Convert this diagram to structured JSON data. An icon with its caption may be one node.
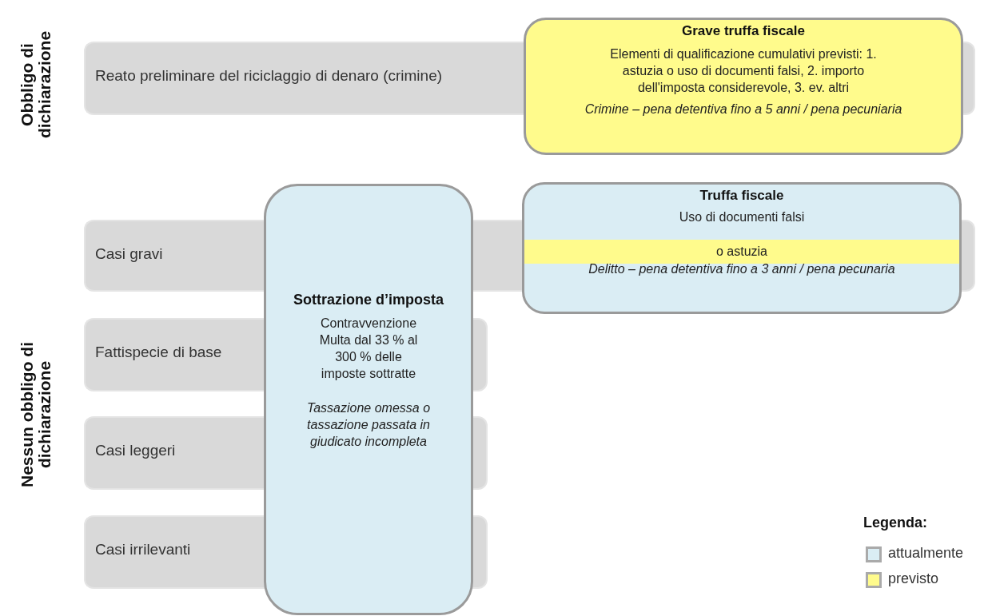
{
  "diagram": {
    "nodes": [
      {
        "text": [
          "Reato preliminare del riciclaggio di denaro (crimine)"
        ]
      },
      {
        "text": [
          "Grave truffa fiscale",
          "Elementi di qualificazione cumulativi previsti: 1. astuzia o uso di documenti falsi, 2. importo dell'imposta considerevole, 3. ev. altri",
          "Crimine – pena detentiva fino a 5 anni / pena pecuniaria"
        ]
      },
      {
        "text": [
          "Casi gravi"
        ]
      },
      {
        "text": [
          "Truffa fiscale",
          "Uso di documenti falsi",
          "Delitto – pena detentiva fino a 3 anni / pena pecunaria"
        ]
      },
      {
        "text": [
          "o astuzia"
        ],
        "in": 3
      },
      {
        "text": [
          "Sottrazione d’imposta",
          "Contravvenzione Multa dal 33 % al 300 % delle imposte sottratte",
          "Tassazione omessa o tassazione passata in giudicato incompleta"
        ]
      },
      {
        "text": [
          "Fattispecie di base"
        ]
      },
      {
        "text": [
          "Casi leggeri"
        ]
      },
      {
        "text": [
          "Casi irrilevanti"
        ]
      },
      {
        "text": [],
        "shape": "bar"
      },
      {
        "text": [],
        "shape": "bar"
      },
      {
        "text": [],
        "shape": "bar"
      },
      {
        "text": [],
        "shape": "bar"
      },
      {
        "text": [],
        "shape": "bar"
      },
      {
        "text": [],
        "shape": "bar"
      }
    ],
    "labels": [
      "Obbligo di dichiarazione",
      "Nessun obbligo di dichiarazione",
      "Legenda:"
    ],
    "legend": [
      {
        "text": "attualmente",
        "color": "#daedf4"
      },
      {
        "text": "previsto",
        "color": "#fffb8c"
      }
    ]
  }
}
